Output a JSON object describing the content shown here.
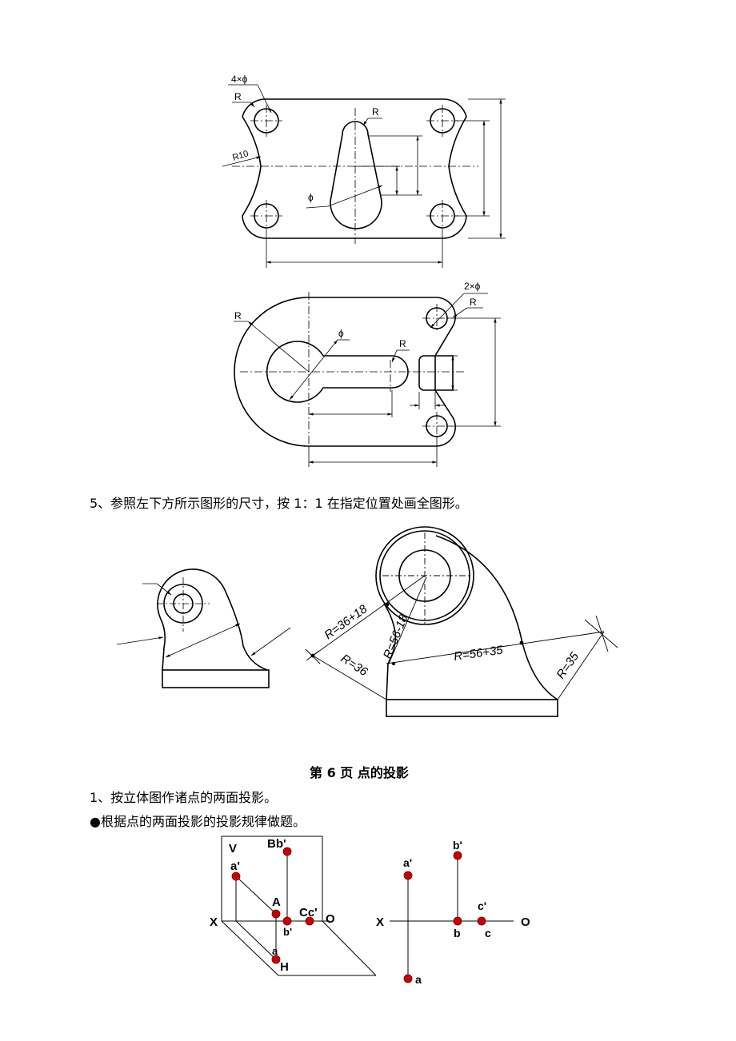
{
  "fig1": {
    "dims": {
      "holes": "4×ϕ",
      "r_corner": "R",
      "r10": "R10",
      "r_slot": "R",
      "phi_slot": "ϕ"
    }
  },
  "fig2": {
    "dims": {
      "holes": "2×ϕ",
      "r_lug": "R",
      "r_big": "R",
      "phi_center": "ϕ",
      "r_slot": "R"
    }
  },
  "problem5": {
    "text": "5、参照左下方所示图形的尺寸，按 1：1 在指定位置处画全图形。",
    "construction_labels": {
      "r1": "R=36+18",
      "r2": "R=56-18",
      "r3": "R=36",
      "r4": "R=56+35",
      "r5": "R=35"
    }
  },
  "page6": {
    "title": "第 6 页    点的投影",
    "q1": "1、按立体图作诸点的两面投影。",
    "note": "根据点的两面投影的投影规律做题。",
    "note_bullet": "●"
  },
  "diagram3d": {
    "labels": {
      "V": "V",
      "H": "H",
      "X": "X",
      "O": "O",
      "A": "A",
      "a_prime": "a'",
      "a": "a",
      "Bb": "Bb'",
      "b_prime": "b'",
      "Cc": "Cc'"
    }
  },
  "diagram2d": {
    "labels": {
      "X": "X",
      "O": "O",
      "a_prime": "a'",
      "a": "a",
      "b_prime": "b'",
      "b": "b",
      "c_prime": "c'",
      "c": "c"
    }
  },
  "colors": {
    "point": "#cc0000",
    "line": "#000000"
  }
}
